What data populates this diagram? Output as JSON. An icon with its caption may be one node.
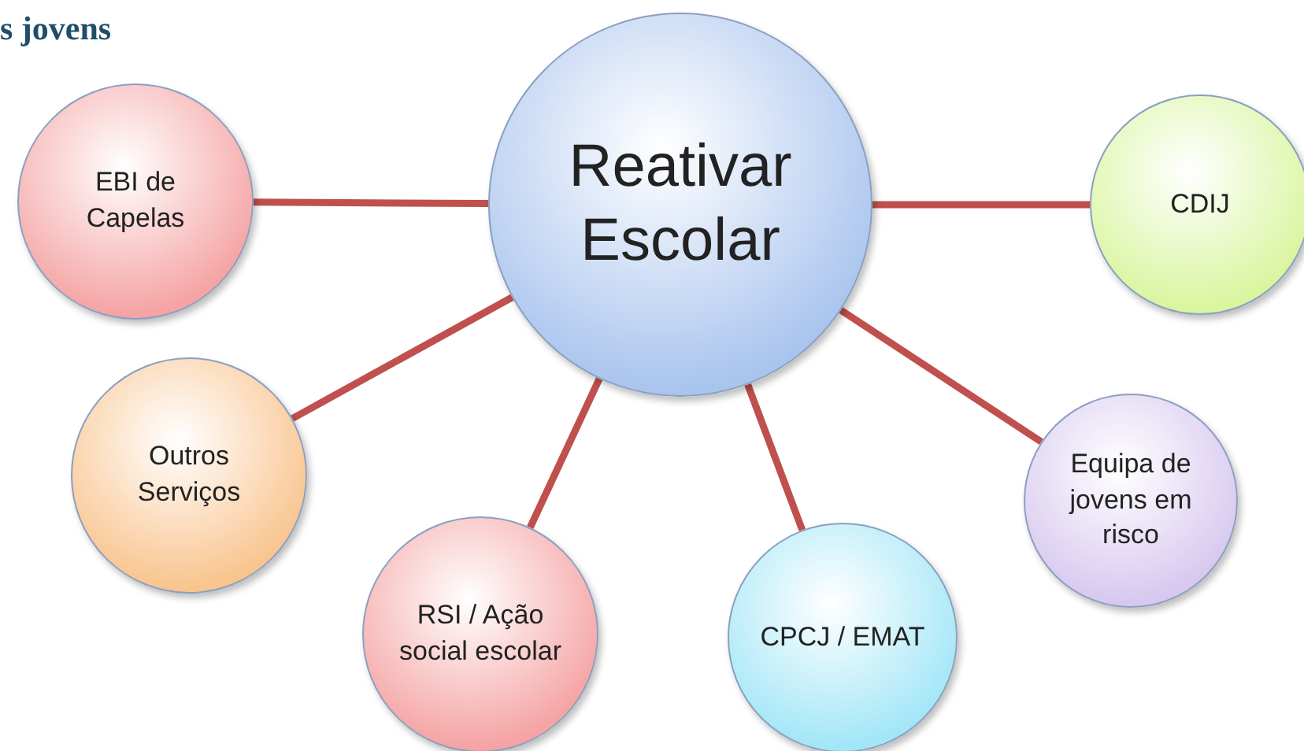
{
  "diagram": {
    "title": "s jovens",
    "nodes": [
      {
        "text": [
          "Reativar Escolar"
        ]
      },
      {
        "text": [
          "EBI de Capelas"
        ]
      },
      {
        "text": [
          "CDIJ"
        ]
      },
      {
        "text": [
          "Outros Serviços"
        ]
      },
      {
        "text": [
          "RSI / Ação social escolar"
        ]
      },
      {
        "text": [
          "CPCJ / EMAT"
        ]
      },
      {
        "text": [
          "Equipa de jovens em risco"
        ]
      }
    ],
    "edges": [
      {
        "from": 0,
        "to": 1,
        "arrow": "none"
      },
      {
        "from": 0,
        "to": 2,
        "arrow": "none"
      },
      {
        "from": 0,
        "to": 3,
        "arrow": "none"
      },
      {
        "from": 0,
        "to": 4,
        "arrow": "none"
      },
      {
        "from": 0,
        "to": 5,
        "arrow": "none"
      },
      {
        "from": 0,
        "to": 6,
        "arrow": "none"
      }
    ]
  }
}
